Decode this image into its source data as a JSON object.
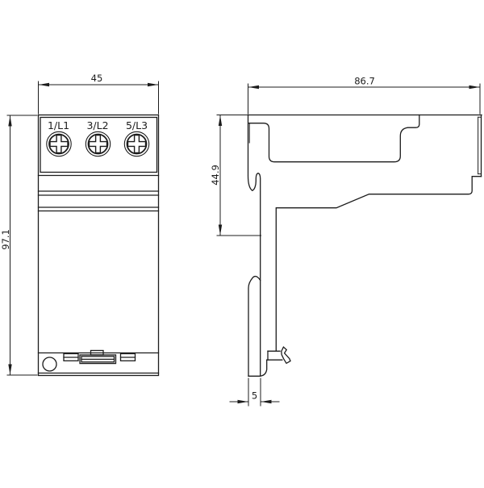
{
  "front": {
    "terminal_labels": [
      "1/L1",
      "3/L2",
      "5/L3"
    ],
    "width_label": "45",
    "height_label": "97.1"
  },
  "side": {
    "width_label": "86.7",
    "upper_height_label": "44.9",
    "foot_width_label": "5"
  },
  "colors": {
    "line": "#1c1c1c",
    "background": "#ffffff"
  }
}
